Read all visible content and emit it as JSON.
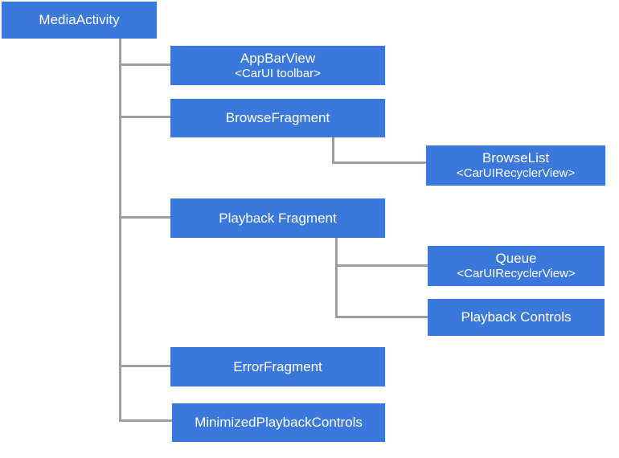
{
  "colors": {
    "box_fill": "#3b78dc",
    "box_text": "#ffffff",
    "connector": "#9e9e9e",
    "background": "#ffffff"
  },
  "diagram": {
    "type": "tree",
    "description": "UI component hierarchy diagram",
    "nodes": {
      "media_activity": {
        "title": "MediaActivity"
      },
      "app_bar_view": {
        "title": "AppBarView",
        "subtitle": "<CarUI toolbar>"
      },
      "browse_fragment": {
        "title": "BrowseFragment"
      },
      "browse_list": {
        "title": "BrowseList",
        "subtitle": "<CarUIRecyclerView>"
      },
      "playback_fragment": {
        "title": "Playback Fragment"
      },
      "queue": {
        "title": "Queue",
        "subtitle": "<CarUIRecyclerView>"
      },
      "playback_controls": {
        "title": "Playback Controls"
      },
      "error_fragment": {
        "title": "ErrorFragment"
      },
      "minimized_playback_controls": {
        "title": "MinimizedPlaybackControls"
      }
    },
    "hierarchy": {
      "MediaActivity": [
        "AppBarView",
        "BrowseFragment",
        "Playback Fragment",
        "ErrorFragment",
        "MinimizedPlaybackControls"
      ],
      "BrowseFragment": [
        "BrowseList"
      ],
      "Playback Fragment": [
        "Queue",
        "Playback Controls"
      ]
    }
  }
}
